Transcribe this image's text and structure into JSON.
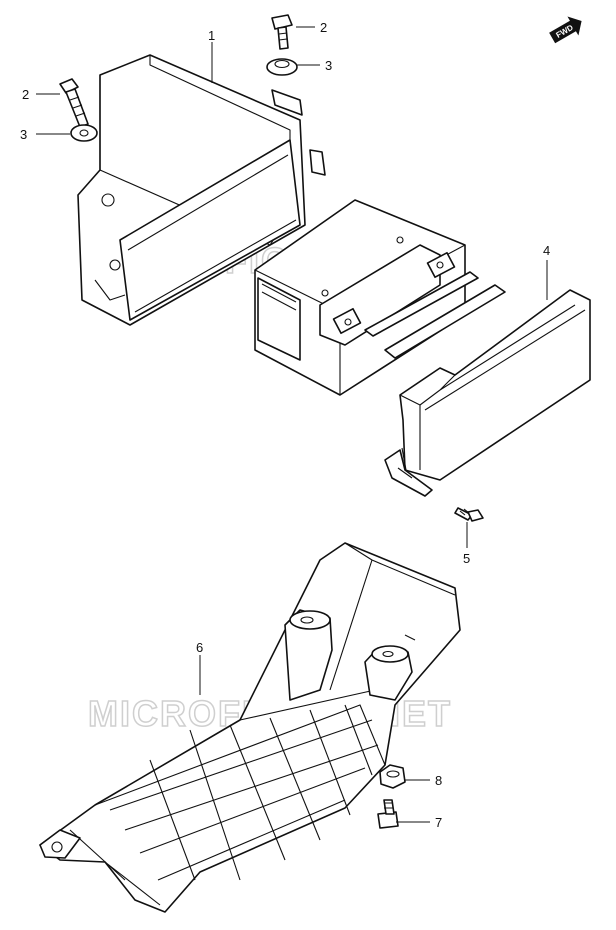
{
  "watermark": "MICROFICHES.NET",
  "fwd_badge": "FWD",
  "callouts": {
    "c1": "1",
    "c2a": "2",
    "c2b": "2",
    "c3a": "3",
    "c3b": "3",
    "c4": "4",
    "c5": "5",
    "c6": "6",
    "c7": "7",
    "c8": "8"
  }
}
